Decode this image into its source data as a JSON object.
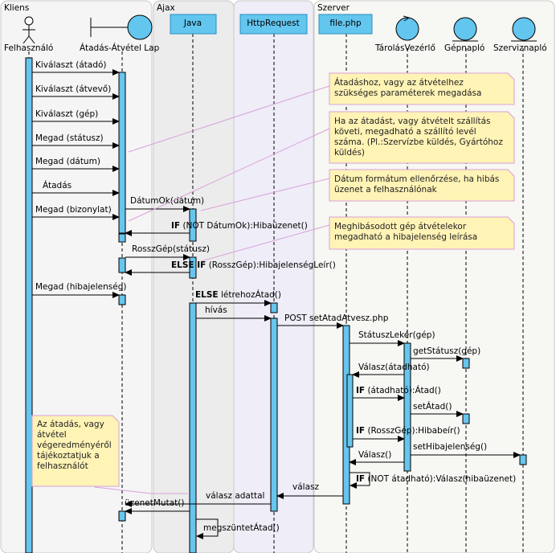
{
  "swimlanes": {
    "kliens": "Kliens",
    "ajax": "Ajax",
    "szerver": "Szerver"
  },
  "actors": {
    "felhasznalo": "Felhasználó",
    "atadas_lap": "Átadás-Átvétel Lap",
    "tarolas_vezerlo": "TárolásVezérlő",
    "gepnaplo": "Gépnapló",
    "szerviznaplo": "Szerviznapló"
  },
  "objects": {
    "java": "Java",
    "httprequest": "HttpRequest",
    "filephp": "file.php"
  },
  "messages": {
    "m1": "Kiválaszt (átadó)",
    "m2": "Kiválaszt (átvevő)",
    "m3": "Kiválaszt (gép)",
    "m4": "Megad (státusz)",
    "m5": "Megad (dátum)",
    "m6": "Átadás",
    "m7": "Megad (bizonylat)",
    "m8": "DátumOk(dátum)",
    "m9_kw": "IF",
    "m9": "(NOT DátumOk):Hibaüzenet()",
    "m10": "RosszGép(státusz)",
    "m11_kw": "ELSE IF",
    "m11": "(RosszGép):HibajelenségLeír()",
    "m12": "Megad (hibajelenség)",
    "m13_kw": "ELSE",
    "m13": "létrehozÁtad()",
    "m14": "hívás",
    "m15": "POST setAtadAtvesz.php",
    "m16": "StátuszLekér(gép)",
    "m17": "getStátusz(gép)",
    "m18": "Válasz(átadható)",
    "m19_kw": "IF",
    "m19": "(átadható):Átad()",
    "m20": "setÁtad()",
    "m21_kw": "IF",
    "m21": "(RosszGép):Hibabeír()",
    "m22": "setHibajelenség()",
    "m23": "Válasz()",
    "m24_kw": "IF",
    "m24": "(NOT átadható):Válasz(hibaüzenet)",
    "m25": "válasz",
    "m26": "válasz adattal",
    "m27": "üzenetMutat()",
    "m28": "megszüntetÁtad()"
  },
  "notes": {
    "n1": [
      "Átadáshoz, vagy az átvételhez",
      "szükséges paraméterek megadása"
    ],
    "n2": [
      "Ha az átadást, vagy átvételt szállítás",
      "követi, megadható a szállító levél",
      "száma. (Pl.:Szervízbe küldés, Gyártóhoz",
      "küldés)"
    ],
    "n3": [
      "Dátum formátum ellenőrzése, ha hibás",
      "üzenet a felhasználónak"
    ],
    "n4": [
      "Meghibásodott gép átvételekor",
      "megadható a hibajelenség leírása"
    ],
    "n5": [
      "Az átadás, vagy",
      "átvétel",
      "végeredményéről",
      "tájékoztatjuk a",
      "felhasználót"
    ]
  },
  "colors": {
    "lane": "#f3f3f3",
    "ajax_lane": "#e6e6e6",
    "http_lane": "#ebeaf7",
    "object": "#63c6ef",
    "activation": "#67c5ee",
    "note_fill": "#fff3b5",
    "note_line": "#d9a0d9"
  }
}
